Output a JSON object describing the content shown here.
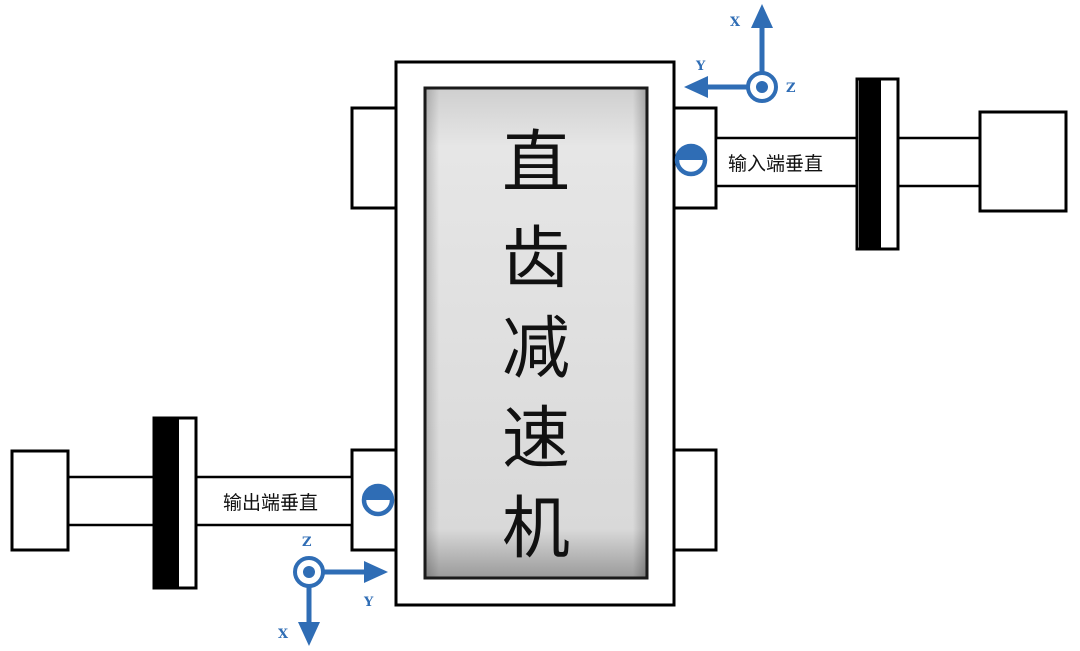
{
  "diagram": {
    "title_chars": [
      "直",
      "齿",
      "减",
      "速",
      "机"
    ],
    "input_label": "输入端垂直",
    "output_label": "输出端垂直",
    "axes_top": {
      "x": "X",
      "y": "Y",
      "z": "Z"
    },
    "axes_bottom": {
      "x": "X",
      "y": "Y",
      "z": "Z"
    },
    "accent_color": "#2f6db5"
  }
}
